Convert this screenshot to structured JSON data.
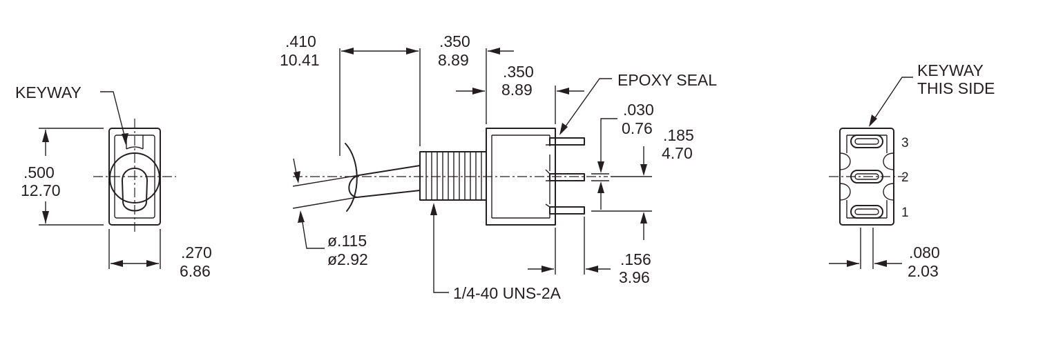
{
  "front_view": {
    "keyway": "KEYWAY",
    "height_in": ".500",
    "height_mm": "12.70",
    "width_in": ".270",
    "width_mm": "6.86"
  },
  "side_view": {
    "lever_length_in": ".410",
    "lever_length_mm": "10.41",
    "bushing_length_in": ".350",
    "bushing_length_mm": "8.89",
    "body_length_in": ".350",
    "body_length_mm": "8.89",
    "epoxy_seal": "EPOXY SEAL",
    "terminal_thickness_in": ".030",
    "terminal_thickness_mm": "0.76",
    "terminal_spacing_in": ".185",
    "terminal_spacing_mm": "4.70",
    "lever_dia_in": "ø.115",
    "lever_dia_mm": "ø2.92",
    "thread": "1/4-40 UNS-2A",
    "terminal_length_in": ".156",
    "terminal_length_mm": "3.96"
  },
  "bottom_view": {
    "keyway_line1": "KEYWAY",
    "keyway_line2": "THIS SIDE",
    "pin_3": "3",
    "pin_2": "2",
    "pin_1": "1",
    "slot_width_in": ".080",
    "slot_width_mm": "2.03"
  }
}
